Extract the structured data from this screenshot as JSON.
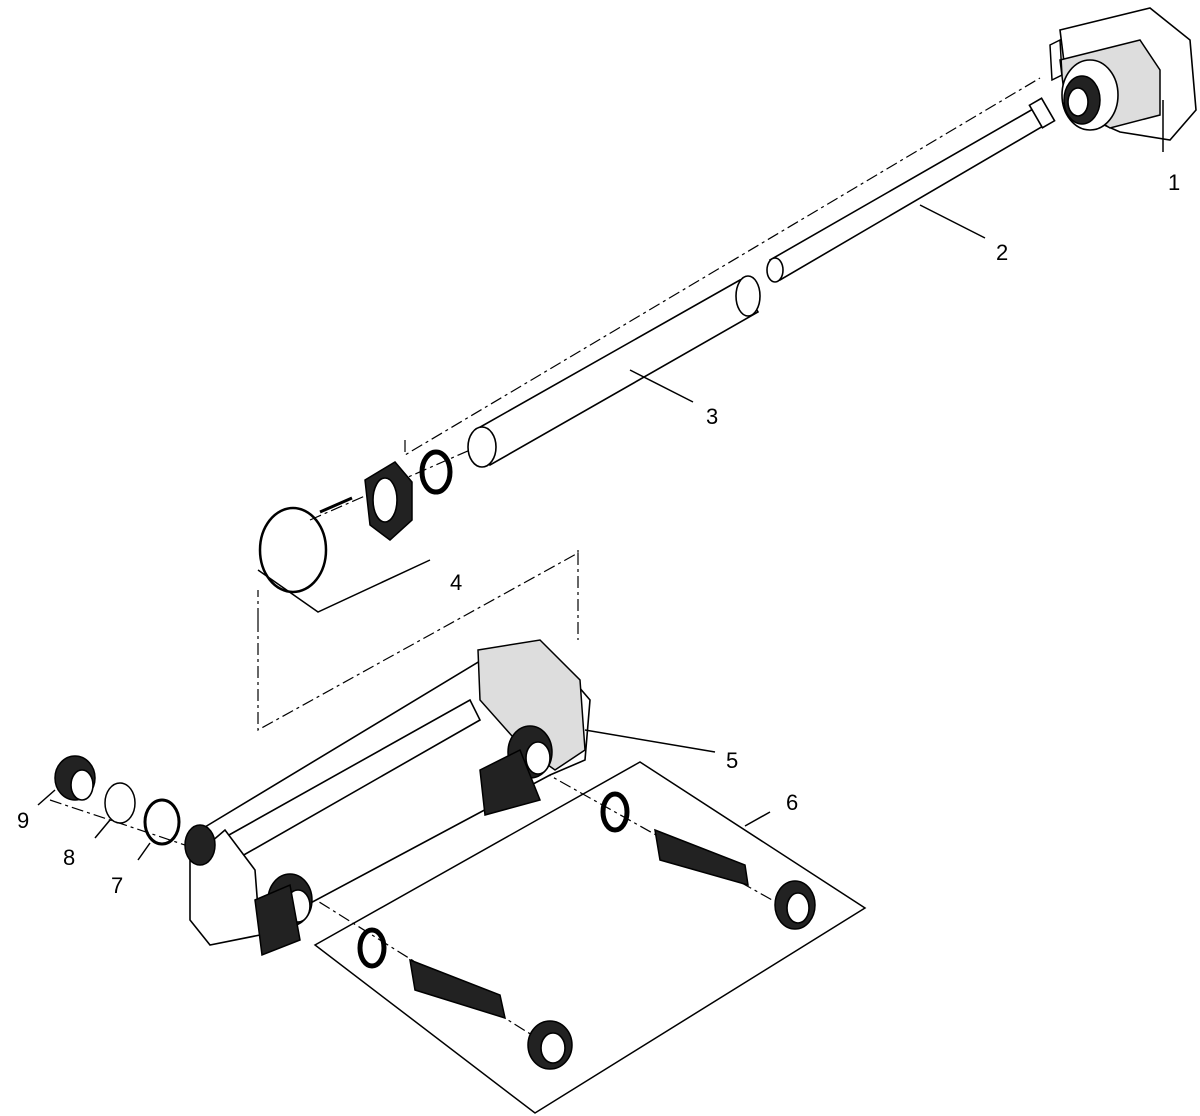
{
  "diagram": {
    "type": "exploded-parts-view",
    "part_labels": [
      "1",
      "2",
      "3",
      "4",
      "5",
      "6",
      "7",
      "8",
      "9"
    ]
  }
}
